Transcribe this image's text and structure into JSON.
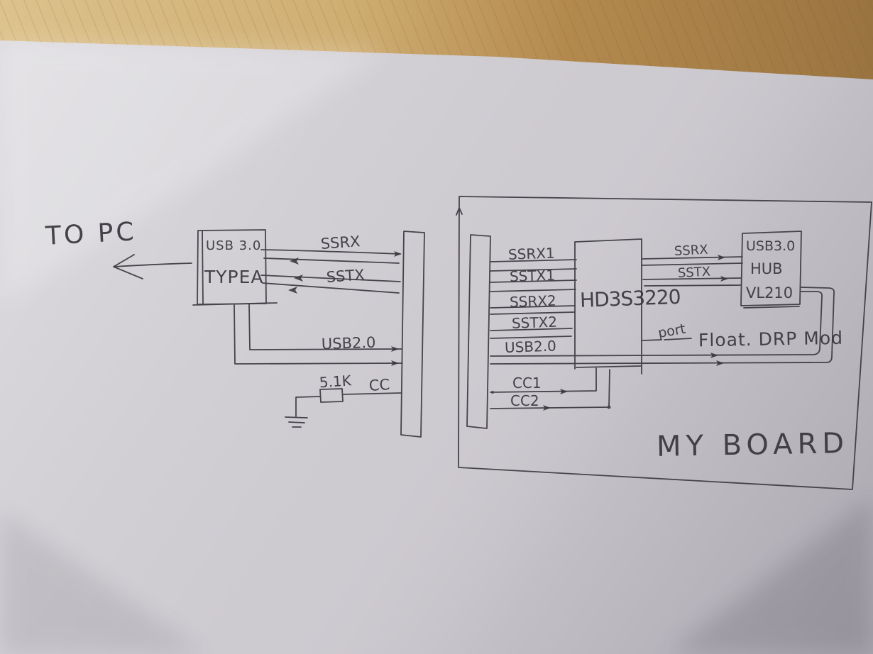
{
  "photo": {
    "desk_color": "#c9a96d",
    "paper_color": "#cdcad0",
    "ink_color": "#38363c"
  },
  "diagram": {
    "to_pc_label": "TO PC",
    "usb_connector": {
      "line1": "USB 3.0",
      "line2": "TYPEA"
    },
    "cable": {
      "ssrx": "SSRX",
      "sstx": "SSTX",
      "usb20": "USB2.0",
      "resistor_value": "5.1K",
      "cc": "CC"
    },
    "board": {
      "title": "MY BOARD",
      "connector": {
        "ssrx1": "SSRX1",
        "sstx1": "SSTX1",
        "ssrx2": "SSRX2",
        "sstx2": "SSTX2",
        "usb20": "USB2.0",
        "cc1": "CC1",
        "cc2": "CC2"
      },
      "mux_chip": "HD3S3220",
      "hub": {
        "line1": "USB3.0",
        "line2": "HUB",
        "line3": "VL210"
      },
      "hub_links": {
        "ssrx": "SSRX",
        "sstx": "SSTX"
      },
      "port_label": "port",
      "mode_label": "Float. DRP Mod"
    }
  }
}
